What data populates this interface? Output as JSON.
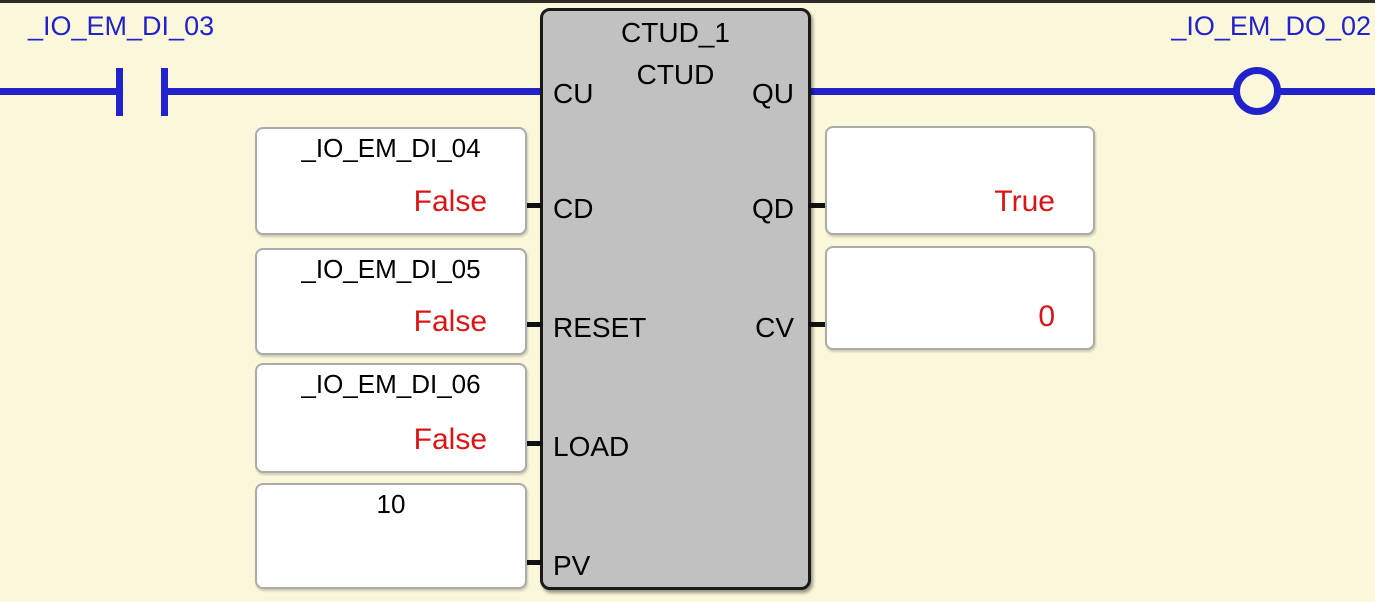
{
  "palette": {
    "background": "#FBF7DA",
    "wire_blue": "#2222CC",
    "value_red": "#DD1414",
    "block_fill": "#C1C1C1",
    "block_border": "#1A1A1A",
    "operand_box_fill": "#FFFFFF",
    "operand_box_border": "#ABABAB"
  },
  "rung": {
    "contact_tag": "_IO_EM_DI_03",
    "coil_tag": "_IO_EM_DO_02"
  },
  "block": {
    "instance_name": "CTUD_1",
    "type_name": "CTUD",
    "left_pins": [
      "CU",
      "CD",
      "RESET",
      "LOAD",
      "PV"
    ],
    "right_pins": [
      "QU",
      "QD",
      "CV"
    ]
  },
  "inputs": [
    {
      "pin": "CD",
      "tag": "_IO_EM_DI_04",
      "value": "False"
    },
    {
      "pin": "RESET",
      "tag": "_IO_EM_DI_05",
      "value": "False"
    },
    {
      "pin": "LOAD",
      "tag": "_IO_EM_DI_06",
      "value": "False"
    },
    {
      "pin": "PV",
      "tag": "10",
      "value": ""
    }
  ],
  "outputs": [
    {
      "pin": "QD",
      "value": "True"
    },
    {
      "pin": "CV",
      "value": "0"
    }
  ]
}
